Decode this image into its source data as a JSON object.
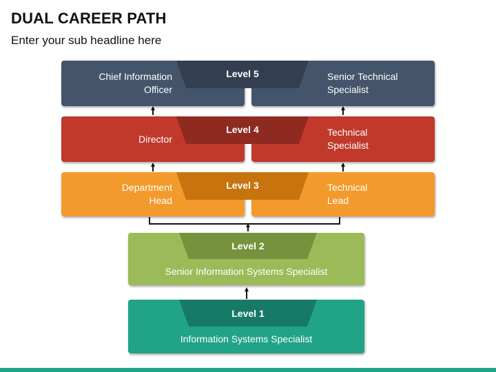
{
  "header": {
    "title": "DUAL CAREER PATH",
    "subtitle": "Enter your sub headline here"
  },
  "levels": [
    {
      "id": "level5",
      "label": "Level 5",
      "left": "Chief Information\nOfficer",
      "right": "Senior Technical\nSpecialist",
      "box_color": "#44546A",
      "tab_color": "#333F50"
    },
    {
      "id": "level4",
      "label": "Level 4",
      "left": "Director",
      "right": "Technical\nSpecialist",
      "box_color": "#C0392B",
      "tab_color": "#8E2A20"
    },
    {
      "id": "level3",
      "label": "Level 3",
      "left": "Department\nHead",
      "right": "Technical\nLead",
      "box_color": "#F29A2B",
      "tab_color": "#C7740E"
    },
    {
      "id": "level2",
      "label": "Level 2",
      "center": "Senior Information Systems Specialist",
      "box_color": "#9BBB59",
      "tab_color": "#76923C"
    },
    {
      "id": "level1",
      "label": "Level 1",
      "center": "Information Systems Specialist",
      "box_color": "#21A387",
      "tab_color": "#177A66"
    }
  ],
  "colors": {
    "bottom_bar": "#21A387",
    "connector": "#111111"
  }
}
